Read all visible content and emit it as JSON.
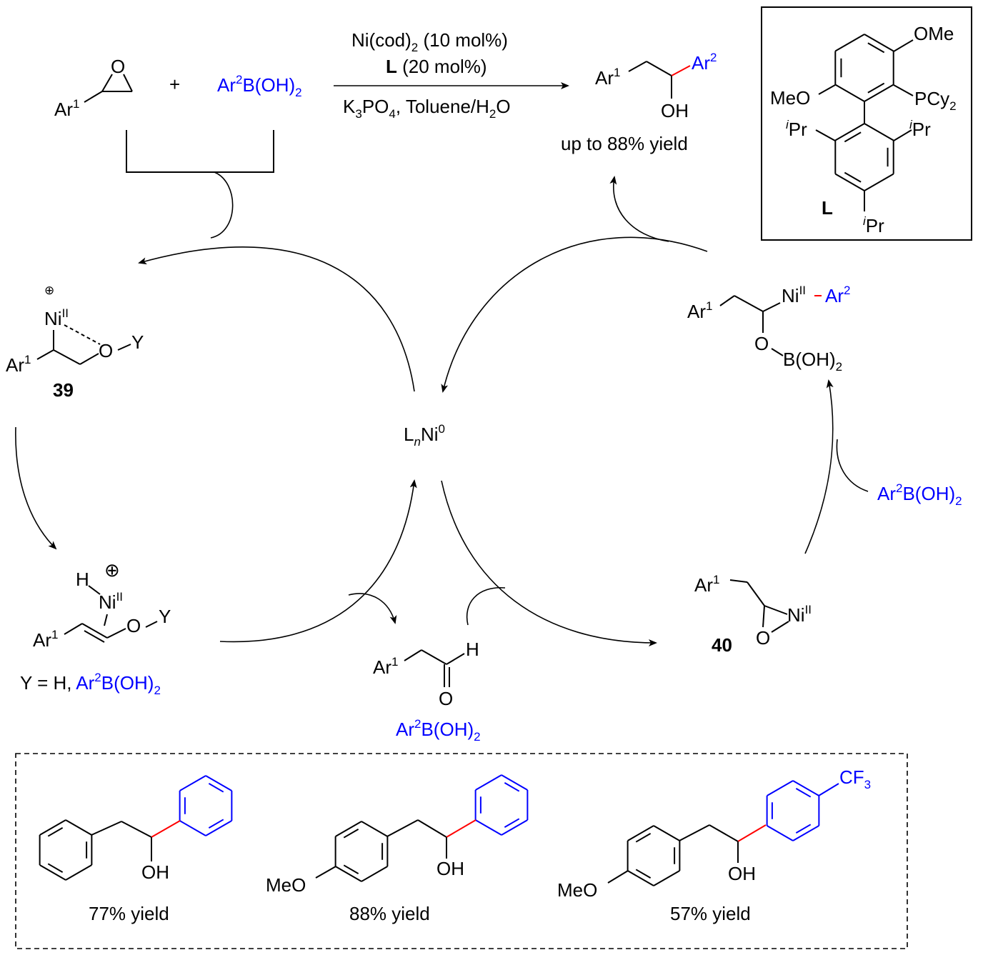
{
  "conditions": {
    "catalyst": "Ni(cod)",
    "catalyst_sub": "2",
    "catalyst_load": " (10 mol%)",
    "ligand": "L",
    "ligand_load": " (20 mol%)",
    "base": "K",
    "base_sub": "3",
    "base_mid": "PO",
    "base_sub2": "4",
    "solvent": ", Toluene/H",
    "solvent_sub": "2",
    "solvent_end": "O"
  },
  "ar1": {
    "base": "Ar",
    "sup": "1"
  },
  "ar2": {
    "base": "Ar",
    "sup": "2"
  },
  "boronic": {
    "ar": "Ar",
    "sup": "2",
    "rest": "B(OH)",
    "sub": "2"
  },
  "atoms": {
    "O": "O",
    "OH": "OH",
    "H": "H",
    "Y": "Y",
    "Ni": "Ni",
    "ni_ox": "II",
    "charge": "⊕",
    "B": "B(OH)",
    "B_sub": "2"
  },
  "plus": "+",
  "product_yield": "up to 88% yield",
  "catalyst_center": {
    "L": "L",
    "n": "n",
    "Ni": "Ni",
    "ox": "0"
  },
  "ligand_box": {
    "label": "L",
    "ome": "OMe",
    "meo": "MeO",
    "p": "PCy",
    "p_sub": "2",
    "i": "i",
    "pr": "Pr"
  },
  "intermediates": {
    "int39": "39",
    "int40": "40",
    "y_def": "Y = H, "
  },
  "examples": [
    {
      "yield": "77% yield"
    },
    {
      "yield": "88% yield",
      "meo": "MeO"
    },
    {
      "yield": "57% yield",
      "meo": "MeO",
      "cf": "CF",
      "cf_sub": "3"
    }
  ],
  "colors": {
    "new_bond": "#ff0000",
    "aryl2": "#0000ff"
  }
}
